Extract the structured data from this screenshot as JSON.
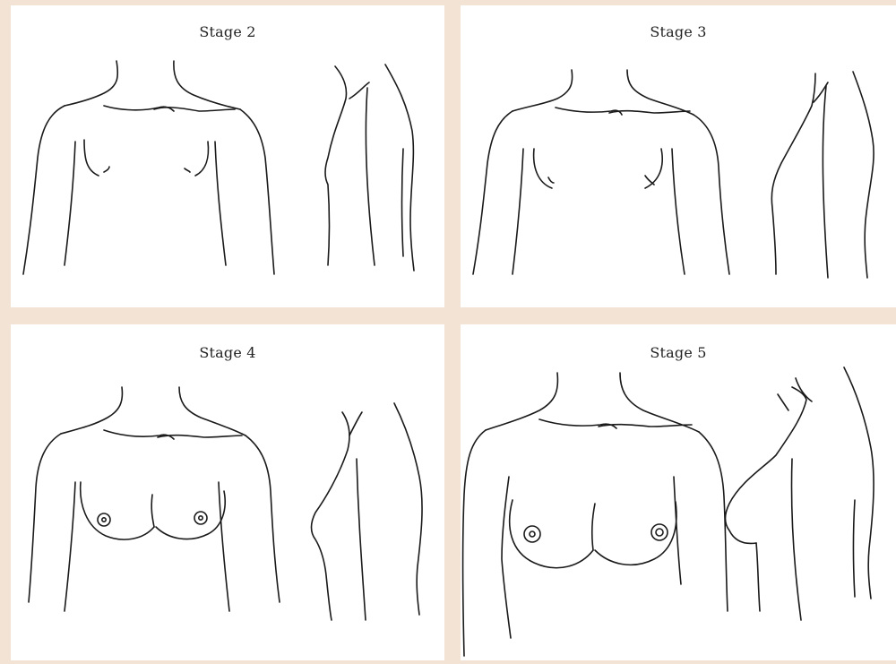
{
  "panels": [
    {
      "title": "Stage 2"
    },
    {
      "title": "Stage 3"
    },
    {
      "title": "Stage 4"
    },
    {
      "title": "Stage 5"
    }
  ]
}
